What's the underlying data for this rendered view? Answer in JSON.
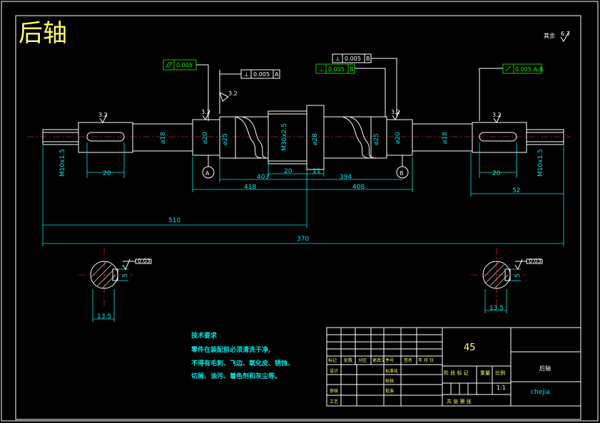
{
  "title": "后轴",
  "roughness_note": "其余",
  "roughness_value": "6.3",
  "small_roughness": "3.2",
  "tolerances": {
    "tol1": "0.005",
    "tol2": "0.005",
    "tol2_ref": "A",
    "tol3": "0.005",
    "tol3_ref": "B",
    "tol4": "0.005",
    "tol4_ref": "B",
    "tol5": "0.005",
    "tol5_ref": "A-B",
    "section_tol_left": "0.03",
    "section_tol_right": "0.03"
  },
  "datums": {
    "a": "A",
    "b": "B"
  },
  "diameters": {
    "thread_left": "M10x1.5",
    "d_a": "⌀18",
    "d_b": "⌀20",
    "d_c": "⌀25",
    "thread_mid": "M30x2.5",
    "d_d": "⌀28",
    "d_e": "⌀25",
    "d_f": "⌀20",
    "d_g": "⌀18",
    "thread_right": "M10x1.5"
  },
  "dims": {
    "key_left": "20",
    "key_right": "20",
    "mid_20": "20",
    "mid_11": "11",
    "d403": "403",
    "d394": "394",
    "d418": "418",
    "d408": "408",
    "d52": "52",
    "d510": "510",
    "d370": "370",
    "sec_left": "13.5",
    "sec_right": "13.5",
    "sec_left_v": "5",
    "sec_right_v": "5"
  },
  "tech": {
    "heading": "技术要求",
    "line1": "零件在装配前必须清洗干净,",
    "line2": "不得有毛刺、飞边、氧化皮、锈蚀、",
    "line3": "切屑、油污、着色剂和灰尘等。"
  },
  "title_block": {
    "material": "45",
    "part_name": "后轴",
    "drawing_no": "chejia",
    "scale_label": "比例",
    "scale": "1:1",
    "weight_label": "重量",
    "stage_label": "阶 段 标 记",
    "sheets_label": "共  张  第  张",
    "mark_label": "标记",
    "count_label": "处数",
    "zone_label": "分区",
    "change_label": "更改文件号",
    "sign_label": "签名",
    "date_label": "年 月 日",
    "design_label": "设计",
    "standard_label": "标准化",
    "check_label": "审核",
    "craft_label": "工艺",
    "review_label": "校核",
    "approve_label": "批准"
  }
}
